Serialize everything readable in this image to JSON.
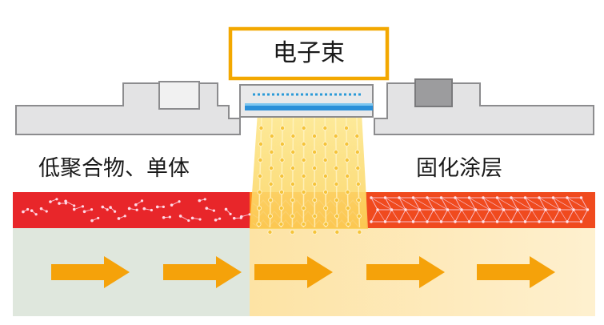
{
  "labels": {
    "electron_beam": "电子束",
    "left_material": "低聚合物、单体",
    "right_material": "固化涂层"
  },
  "colors": {
    "housing_fill": "#e2e2e3",
    "housing_stroke": "#8a8a8c",
    "beam_box_border": "#f3a800",
    "beam_glow": "#fbe37a",
    "emitter_bar": "#2a8fd8",
    "coating_red": "#e8262a",
    "cured_coating": "#ff7a1a",
    "substrate": "#dfe7dd",
    "substrate_irradiated": "#fde7b4",
    "arrow": "#f5a20a"
  },
  "icons": [
    "conveyor-arrow-icon"
  ]
}
